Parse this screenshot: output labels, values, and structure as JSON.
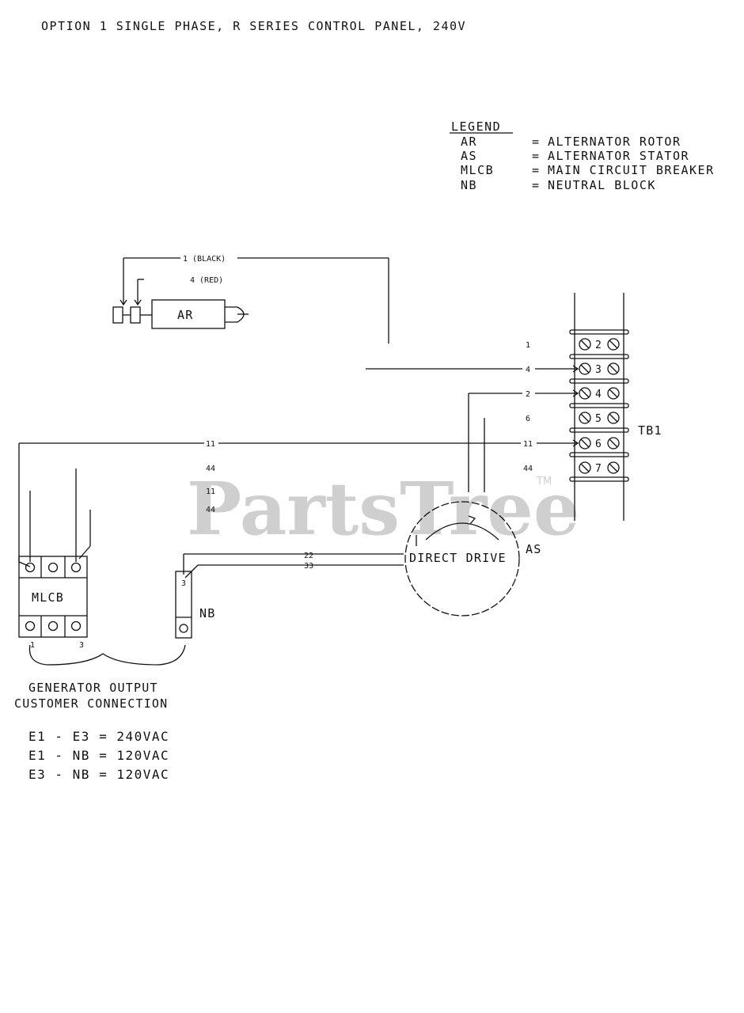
{
  "title": "OPTION 1    SINGLE PHASE, R SERIES CONTROL PANEL, 240V",
  "legend": {
    "heading": "LEGEND",
    "rows": [
      {
        "code": "AR",
        "sep": "=",
        "desc": "ALTERNATOR ROTOR"
      },
      {
        "code": "AS",
        "sep": "=",
        "desc": "ALTERNATOR STATOR"
      },
      {
        "code": "MLCB",
        "sep": "=",
        "desc": "MAIN CIRCUIT BREAKER"
      },
      {
        "code": "NB",
        "sep": "=",
        "desc": "NEUTRAL BLOCK"
      }
    ]
  },
  "rotor": {
    "label": "AR",
    "wire_black": "1 (BLACK)",
    "wire_red": "4 (RED)"
  },
  "terminal_block": {
    "label": "TB1",
    "wire_labels": [
      "1",
      "4",
      "2",
      "6",
      "11",
      "44"
    ],
    "terminals": [
      "2",
      "3",
      "4",
      "5",
      "6",
      "7"
    ]
  },
  "wires": {
    "w11": "11",
    "w44a": "44",
    "w11b": "11",
    "w44b": "44",
    "w22": "22",
    "w33": "33"
  },
  "stator": {
    "inner_label": "DIRECT DRIVE",
    "label": "AS"
  },
  "breaker": {
    "label": "MLCB",
    "e1": "1",
    "e3": "3"
  },
  "neutral": {
    "label": "NB",
    "pin": "3"
  },
  "output": {
    "line1": "GENERATOR OUTPUT",
    "line2": "CUSTOMER CONNECTION"
  },
  "equations": [
    "E1 - E3 = 240VAC",
    "E1 - NB = 120VAC",
    "E3 - NB = 120VAC"
  ],
  "watermark": {
    "brand": "PartsTree",
    "tm": "TM"
  }
}
